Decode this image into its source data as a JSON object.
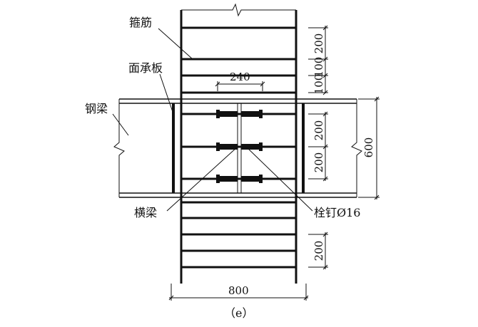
{
  "labels": {
    "stirrup": "箍筋",
    "bearing_plate": "面承板",
    "steel_beam": "钢梁",
    "cross_beam": "横梁",
    "stud": "栓钉Ø16",
    "caption": "（e）"
  },
  "dimensions": {
    "stud_spacing_top": "240",
    "stirrup_200_top": "200",
    "stirrup_100_a": "100",
    "stirrup_100_b": "100",
    "stud_row_200_a": "200",
    "stud_row_200_b": "200",
    "beam_depth": "600",
    "stirrup_200_bottom": "200",
    "column_width": "800"
  }
}
